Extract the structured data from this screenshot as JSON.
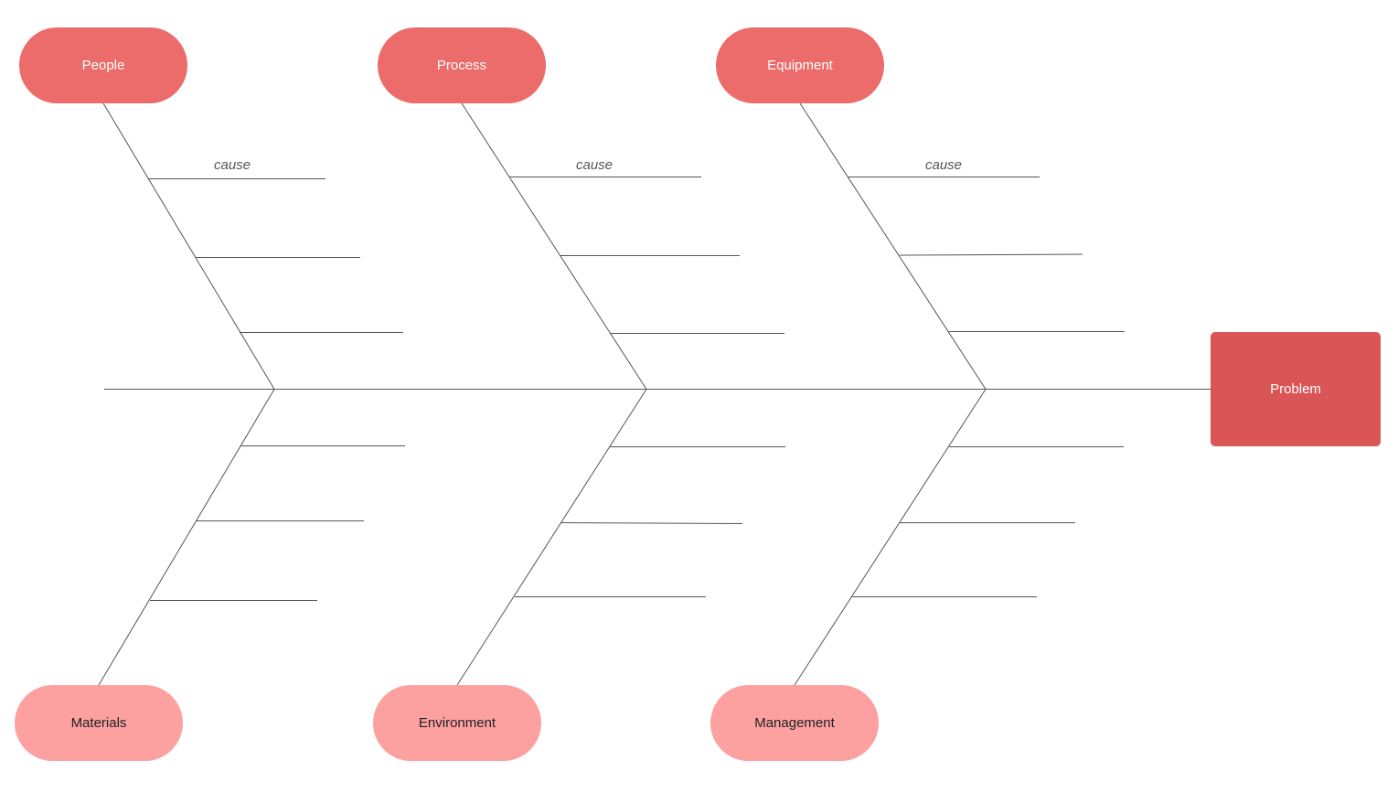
{
  "colors": {
    "top_category": "#ec6b6b",
    "bottom_category": "#fca0a0",
    "problem": "#da5656",
    "line": "#555555"
  },
  "problem": {
    "label": "Problem"
  },
  "categories_top": [
    {
      "label": "People"
    },
    {
      "label": "Process"
    },
    {
      "label": "Equipment"
    }
  ],
  "categories_bottom": [
    {
      "label": "Materials"
    },
    {
      "label": "Environment"
    },
    {
      "label": "Management"
    }
  ],
  "cause_labels": [
    "cause",
    "cause",
    "cause"
  ]
}
